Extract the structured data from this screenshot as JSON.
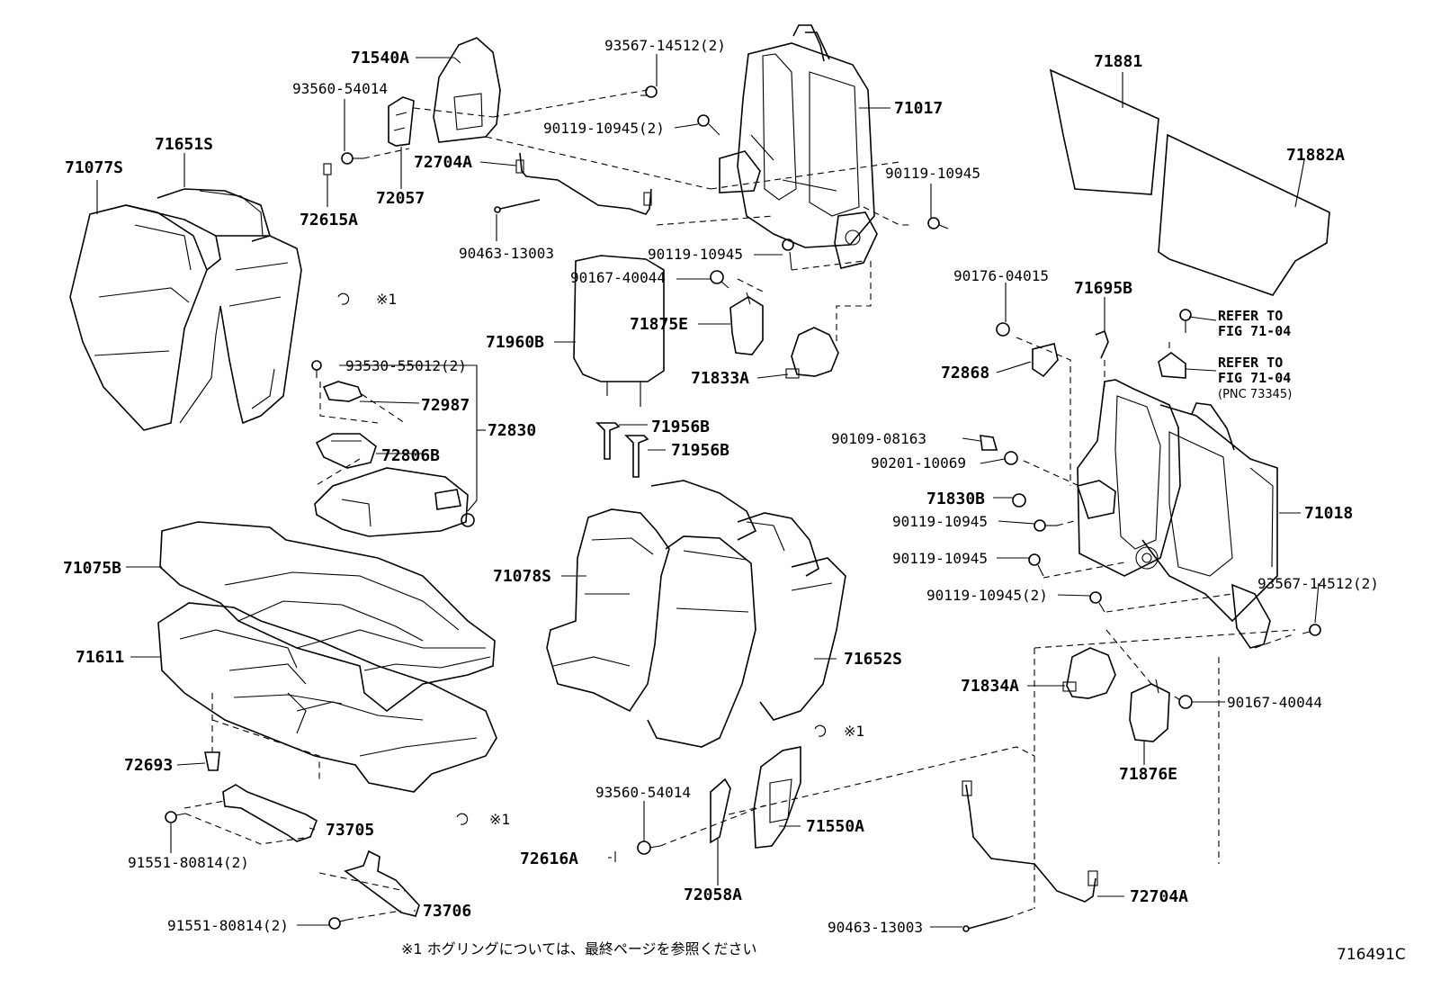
{
  "parts": {
    "p71540A": "71540A",
    "p93560_54014_top": "93560-54014",
    "p72057": "72057",
    "p72615A": "72615A",
    "p71651S": "71651S",
    "p71077S": "71077S",
    "p93567_14512_top": "93567-14512(2)",
    "p90119_10945_2_top": "90119-10945(2)",
    "p72704A_top": "72704A",
    "p90463_13003_top": "90463-13003",
    "p71017": "71017",
    "p90119_10945_a": "90119-10945",
    "p90119_10945_b": "90119-10945",
    "p90167_40044_top": "90167-40044",
    "p71875E": "71875E",
    "p71833A": "71833A",
    "ring1_top": "※1",
    "p93530_55012": "93530-55012(2)",
    "p72987": "72987",
    "p72830": "72830",
    "p72806B": "72806B",
    "p71960B": "71960B",
    "p71956B_1": "71956B",
    "p71956B_2": "71956B",
    "p71881": "71881",
    "p71882A": "71882A",
    "p90176_04015": "90176-04015",
    "p71695B": "71695B",
    "refer1_a": "REFER TO",
    "refer1_b": "FIG 71-04",
    "refer2_a": "REFER TO",
    "refer2_b": "FIG 71-04",
    "refer2_c": "(PNC 73345)",
    "p72868": "72868",
    "p90109_08163": "90109-08163",
    "p90201_10069": "90201-10069",
    "p71830B": "71830B",
    "p90119_10945_c": "90119-10945",
    "p90119_10945_d": "90119-10945",
    "p90119_10945_2_mid": "90119-10945(2)",
    "p71018": "71018",
    "p93567_14512_right": "93567-14512(2)",
    "p71834A": "71834A",
    "p90167_40044_right": "90167-40044",
    "p71876E": "71876E",
    "p71075B": "71075B",
    "p71611": "71611",
    "p72693": "72693",
    "p73705": "73705",
    "p91551_80814_a": "91551-80814(2)",
    "ring1_left": "※1",
    "p73706": "73706",
    "p91551_80814_b": "91551-80814(2)",
    "p71078S": "71078S",
    "p71652S": "71652S",
    "ring1_mid": "※1",
    "p93560_54014_bot": "93560-54014",
    "p72616A": "72616A",
    "p72058A": "72058A",
    "p71550A": "71550A",
    "p72704A_bot": "72704A",
    "p90463_13003_bot": "90463-13003"
  },
  "footnote": "※1 ホグリングについては、最終ページを参照ください",
  "figure_number": "716491C"
}
